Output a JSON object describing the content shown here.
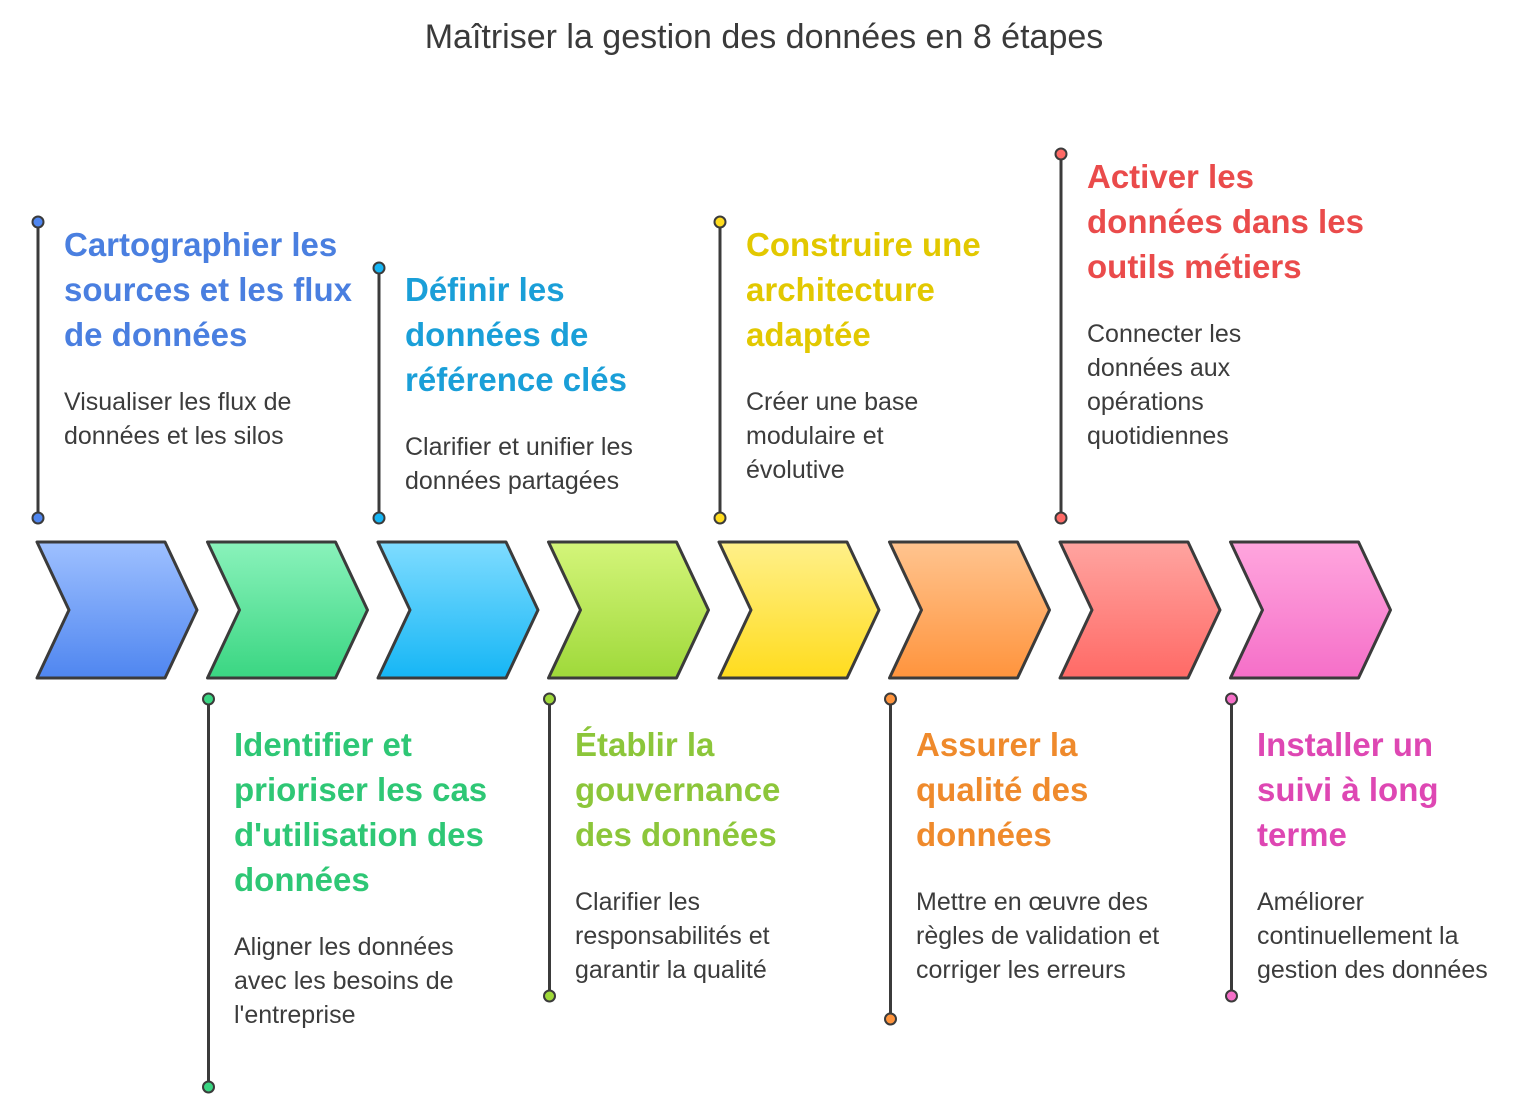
{
  "title": "Maîtriser la gestion des données en 8 étapes",
  "steps": [
    {
      "title": "Cartographier les sources et les flux de données",
      "description": "Visualiser les flux de données et les silos",
      "color": "#4a7fe0",
      "fill_top": "#9ec0ff",
      "fill_bottom": "#4f86f0"
    },
    {
      "title": "Identifier et prioriser les cas d'utilisation des données",
      "description": "Aligner les données avec les besoins de l'entreprise",
      "color": "#2ec775",
      "fill_top": "#8af2bb",
      "fill_bottom": "#3ad682"
    },
    {
      "title": "Définir les données de référence clés",
      "description": "Clarifier et unifier les données partagées",
      "color": "#1a9fd8",
      "fill_top": "#7fdcff",
      "fill_bottom": "#16b6f5"
    },
    {
      "title": "Établir la gouvernance des données",
      "description": "Clarifier les responsabilités et garantir la qualité",
      "color": "#8cc63a",
      "fill_top": "#d4f57a",
      "fill_bottom": "#9fd93a"
    },
    {
      "title": "Construire une architecture adaptée",
      "description": "Créer une base modulaire et évolutive",
      "color": "#e2c800",
      "fill_top": "#fff08a",
      "fill_bottom": "#ffdc1e"
    },
    {
      "title": "Assurer la qualité des données",
      "description": "Mettre en œuvre des règles de validation et corriger les erreurs",
      "color": "#ef8a2c",
      "fill_top": "#ffc48f",
      "fill_bottom": "#ff943d"
    },
    {
      "title": "Activer les données dans les outils métiers",
      "description": "Connecter les données aux opérations quotidiennes",
      "color": "#ea4b4b",
      "fill_top": "#ffa4a0",
      "fill_bottom": "#ff6a66"
    },
    {
      "title": "Installer un suivi à long terme",
      "description": "Améliorer continuellement la gestion des données",
      "color": "#de47b3",
      "fill_top": "#ffa6de",
      "fill_bottom": "#f56fc8"
    }
  ]
}
